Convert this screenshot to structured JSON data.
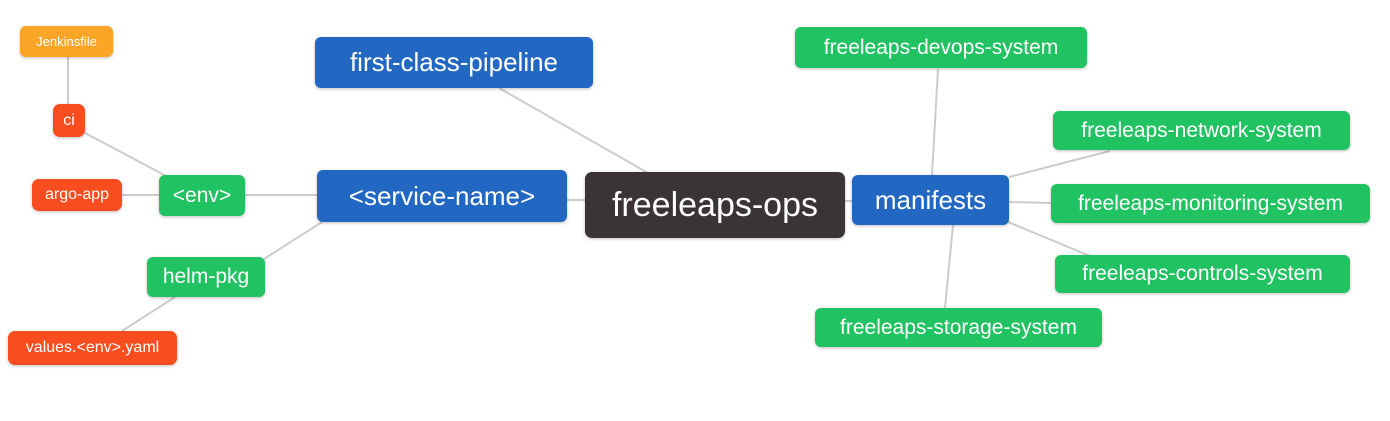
{
  "palette": {
    "root_bg": "#3b3434",
    "level1_bg": "#2268c2",
    "level2_bg": "#21c262",
    "level3_bg": "#f84d1e",
    "level4_bg": "#faa525",
    "node_text": "#ffffff",
    "edge": "#cccccc",
    "background": "#ffffff"
  },
  "mindmap": {
    "root": {
      "label": "freeleaps-ops",
      "children": [
        {
          "label": "first-class-pipeline",
          "children": []
        },
        {
          "label": "<service-name>",
          "children": [
            {
              "label": "<env>",
              "children": [
                {
                  "label": "ci",
                  "children": [
                    {
                      "label": "Jenkinsfile",
                      "children": []
                    }
                  ]
                },
                {
                  "label": "argo-app",
                  "children": []
                }
              ]
            },
            {
              "label": "helm-pkg",
              "children": [
                {
                  "label": "values.<env>.yaml",
                  "children": []
                }
              ]
            }
          ]
        },
        {
          "label": "manifests",
          "children": [
            {
              "label": "freeleaps-devops-system",
              "children": []
            },
            {
              "label": "freeleaps-network-system",
              "children": []
            },
            {
              "label": "freeleaps-monitoring-system",
              "children": []
            },
            {
              "label": "freeleaps-controls-system",
              "children": []
            },
            {
              "label": "freeleaps-storage-system",
              "children": []
            }
          ]
        }
      ]
    }
  }
}
